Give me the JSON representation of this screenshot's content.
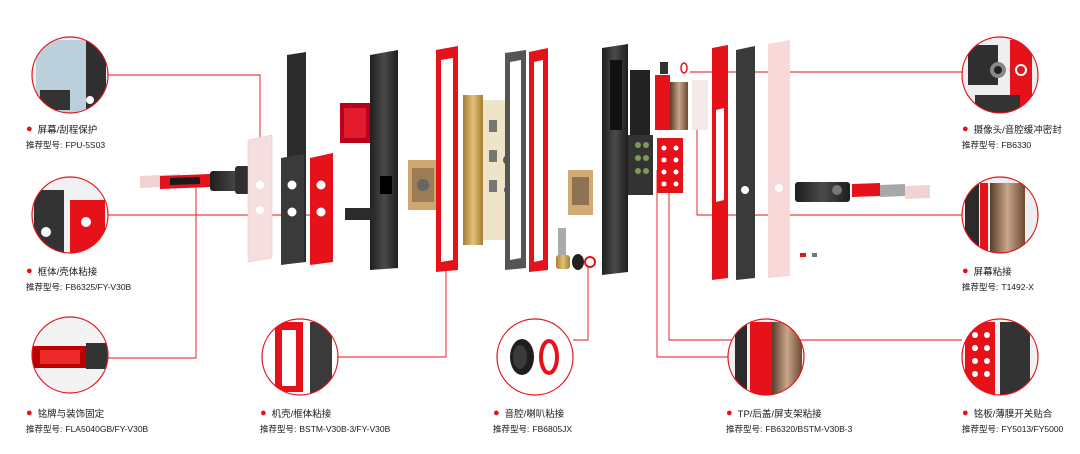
{
  "colors": {
    "accent": "#e6121a",
    "dark": "#2b2b2b",
    "panel": "#3c3c3c",
    "pink": "#f7d9d9",
    "brass": "#c9a55e"
  },
  "model_label": "推荐型号:",
  "callouts": [
    {
      "title": "屏幕/刮程保护",
      "model": "FPU-5S03",
      "icon": "screen-protection-icon"
    },
    {
      "title": "框体/壳体粘接",
      "model": "FB6325/FY-V30B",
      "icon": "frame-bonding-icon"
    },
    {
      "title": "铭牌与装饰固定",
      "model": "FLA5040GB/FY-V30B",
      "icon": "nameplate-icon"
    },
    {
      "title": "机壳/框体粘接",
      "model": "BSTM-V30B-3/FY-V30B",
      "icon": "housing-frame-icon"
    },
    {
      "title": "音腔/喇叭粘接",
      "model": "FB6805JX",
      "icon": "speaker-icon"
    },
    {
      "title": "TP/后盖/屏支架粘接",
      "model": "FB6320/BSTM-V30B-3",
      "icon": "tp-backcover-icon"
    },
    {
      "title": "铭板/薄膜开关贴合",
      "model": "FY5013/FY5000",
      "icon": "membrane-switch-icon"
    },
    {
      "title": "屏幕粘接",
      "model": "T1492-X",
      "icon": "screen-bonding-icon"
    },
    {
      "title": "摄像头/音腔缓冲密封",
      "model": "FB6330",
      "icon": "camera-seal-icon"
    }
  ]
}
